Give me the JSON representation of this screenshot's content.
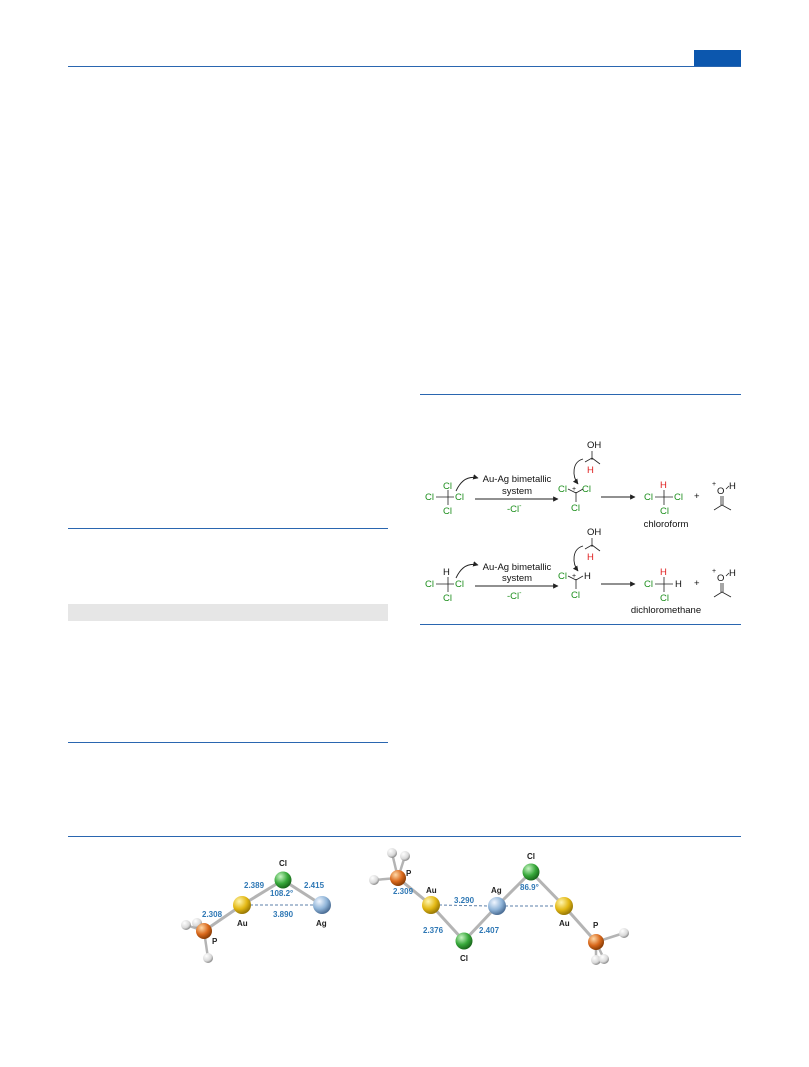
{
  "colors": {
    "rule": "#2a66b0",
    "tab": "#0c57ae",
    "chlorine_text": "#1d8f1d",
    "hydrogen_red": "#e02020",
    "metric_blue": "#2f78b5",
    "gold": "#e3b814",
    "silver": "#8fb4d8",
    "phosphorus": "#d9681b",
    "chlorine_atom": "#37a83a",
    "hydrogen_atom": "#d8d8d8"
  },
  "scheme": {
    "row1": {
      "reactant": {
        "top": "Cl",
        "left": "Cl",
        "right": "Cl",
        "bottom": "Cl"
      },
      "catalyst_line1": "Au-Ag bimetallic",
      "catalyst_line2": "system",
      "loss": "-Cl",
      "loss_sup": "-",
      "intermediate": {
        "left": "Cl",
        "right": "Cl",
        "bottom": "Cl",
        "plus": "+"
      },
      "isopropanol": {
        "oh": "OH",
        "h": "H"
      },
      "product": {
        "top": "H",
        "left": "Cl",
        "right": "Cl",
        "bottom": "Cl"
      },
      "product_name": "chloroform",
      "plus_sign": "+",
      "byproduct": {
        "o": "O",
        "plus": "+",
        "h": "H"
      }
    },
    "row2": {
      "reactant": {
        "top": "H",
        "left": "Cl",
        "right": "Cl",
        "bottom": "Cl"
      },
      "catalyst_line1": "Au-Ag bimetallic",
      "catalyst_line2": "system",
      "loss": "-Cl",
      "loss_sup": "-",
      "intermediate": {
        "left": "Cl",
        "right": "H",
        "bottom": "Cl",
        "plus": "+"
      },
      "isopropanol": {
        "oh": "OH",
        "h": "H"
      },
      "product": {
        "top": "H",
        "left": "Cl",
        "right": "H",
        "bottom": "Cl"
      },
      "product_name": "dichloromethane",
      "plus_sign": "+",
      "byproduct": {
        "o": "O",
        "plus": "+",
        "h": "H"
      }
    }
  },
  "structure_a": {
    "atoms": {
      "au": "Au",
      "ag": "Ag",
      "cl": "Cl",
      "p": "P"
    },
    "metrics": {
      "au_cl": "2.389",
      "angle": "108.2°",
      "cl_ag": "2.415",
      "p_au": "2.308",
      "au_ag": "3.890"
    }
  },
  "structure_b": {
    "atoms": {
      "p1": "P",
      "au1": "Au",
      "ag": "Ag",
      "cl_top": "Cl",
      "cl_bottom": "Cl",
      "au2": "Au",
      "p2": "P"
    },
    "metrics": {
      "p_au": "2.309",
      "au_ag": "3.290",
      "angle": "86.9°",
      "au_cl": "2.376",
      "cl_ag": "2.407"
    }
  }
}
